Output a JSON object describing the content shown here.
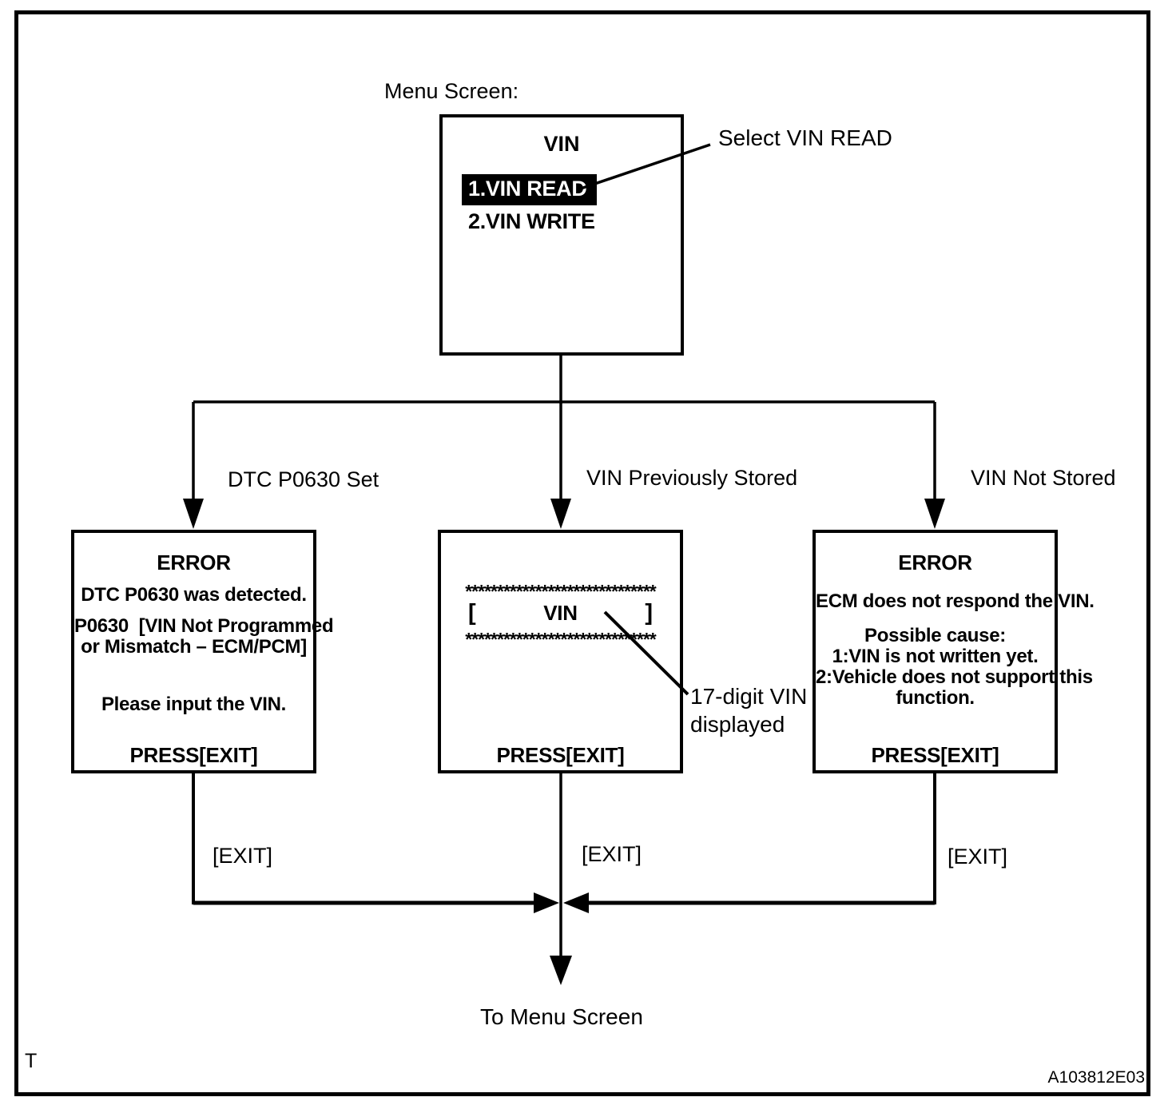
{
  "colors": {
    "ink": "#000000",
    "background": "#ffffff",
    "highlight_bg": "#000000",
    "highlight_fg": "#ffffff"
  },
  "header": {
    "menu_screen_label": "Menu Screen:"
  },
  "menu_screen": {
    "title": "VIN",
    "item_read": "1.VIN READ",
    "item_write": "2.VIN WRITE"
  },
  "annotations": {
    "select_vin_read": "Select VIN READ",
    "vin_digits_line1": "17-digit VIN",
    "vin_digits_line2": "displayed",
    "to_menu": "To Menu Screen",
    "corner_letter": "T",
    "figure_id": "A103812E03"
  },
  "branches": {
    "left": {
      "condition": "DTC P0630 Set",
      "exit": "[EXIT]",
      "screen": {
        "title": "ERROR",
        "line1": "DTC P0630 was detected.",
        "line2": "P0630  [VIN Not Programmed",
        "line3": "or Mismatch – ECM/PCM]",
        "line4": "Please input the VIN.",
        "footer": "PRESS[EXIT]"
      }
    },
    "middle": {
      "condition": "VIN Previously Stored",
      "exit": "[EXIT]",
      "screen": {
        "stars_top": "******************************",
        "bracket_open": "[",
        "vin_label": "VIN",
        "bracket_close": "]",
        "stars_bottom": "******************************",
        "footer": "PRESS[EXIT]"
      }
    },
    "right": {
      "condition": "VIN Not Stored",
      "exit": "[EXIT]",
      "screen": {
        "title": "ERROR",
        "line1": "ECM does not respond the VIN.",
        "line2": "Possible cause:",
        "line3": "1:VIN is not written yet.",
        "line4": "2:Vehicle does not support this",
        "line5": "function.",
        "footer": "PRESS[EXIT]"
      }
    }
  }
}
